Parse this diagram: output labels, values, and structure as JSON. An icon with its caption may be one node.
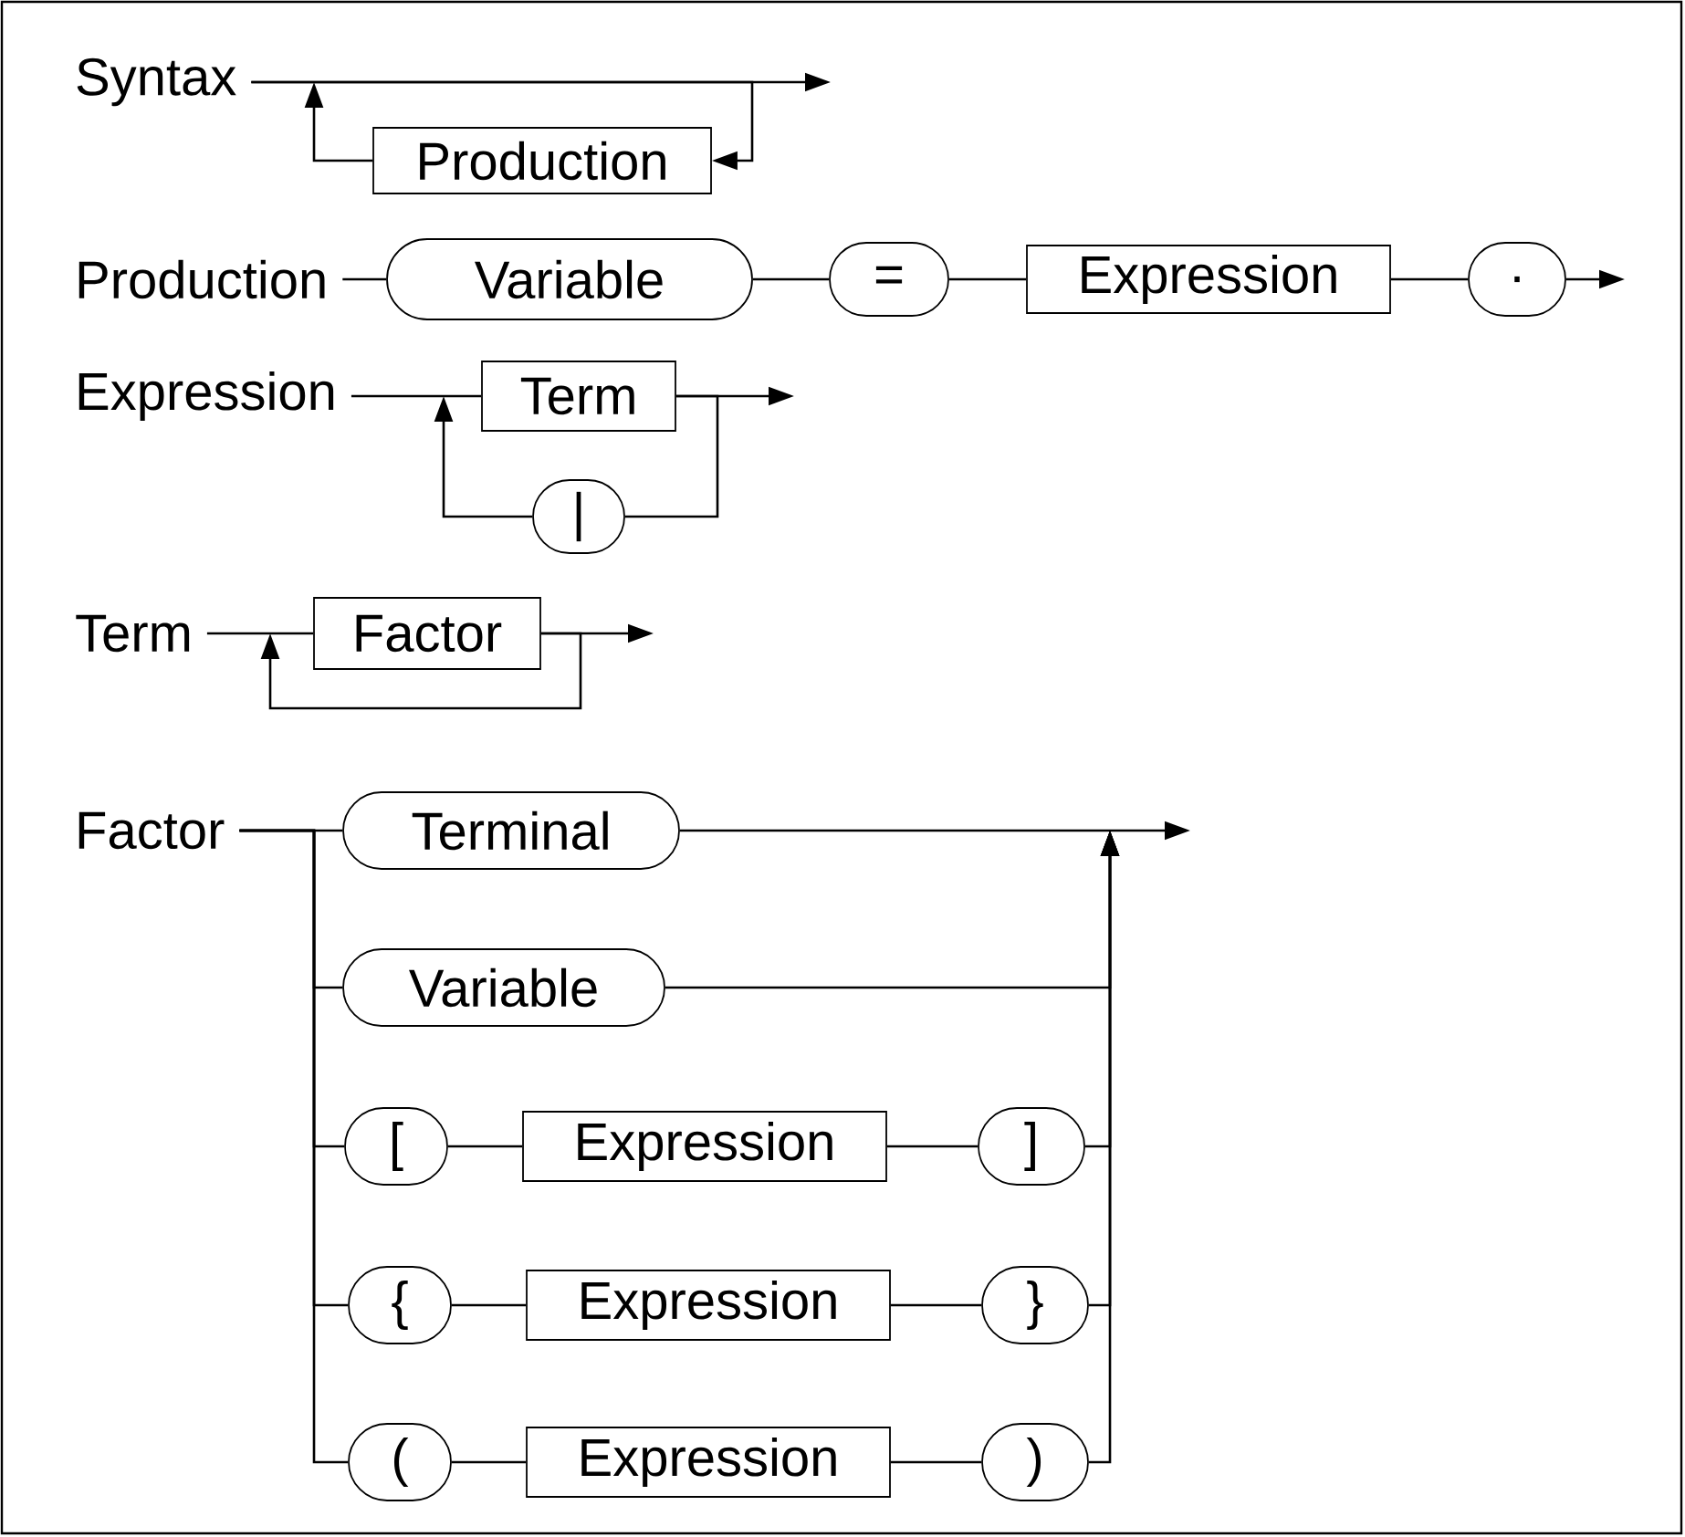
{
  "diagram": {
    "nodes": [
      {
        "text": [
          "Syntax"
        ]
      },
      {
        "text": [
          "Production"
        ]
      },
      {
        "text": [
          "Production"
        ]
      },
      {
        "text": [
          "Variable"
        ]
      },
      {
        "text": [
          "="
        ]
      },
      {
        "text": [
          "Expression"
        ]
      },
      {
        "text": [
          "."
        ]
      },
      {
        "text": [
          "Expression"
        ]
      },
      {
        "text": [
          "Term"
        ]
      },
      {
        "text": [
          "|"
        ]
      },
      {
        "text": [
          "Term"
        ]
      },
      {
        "text": [
          "Factor"
        ]
      },
      {
        "text": [
          "Factor"
        ]
      },
      {
        "text": [
          "Terminal"
        ]
      },
      {
        "text": [
          "Variable"
        ]
      },
      {
        "text": [
          "["
        ]
      },
      {
        "text": [
          "Expression"
        ]
      },
      {
        "text": [
          "]"
        ]
      },
      {
        "text": [
          "{"
        ]
      },
      {
        "text": [
          "Expression"
        ]
      },
      {
        "text": [
          "}"
        ]
      },
      {
        "text": [
          "("
        ]
      },
      {
        "text": [
          "Expression"
        ]
      },
      {
        "text": [
          ")"
        ]
      }
    ],
    "edges": [
      {
        "from": 0,
        "to": null,
        "arrow": "to"
      },
      {
        "from": 0,
        "to": 1,
        "arrow": "to"
      },
      {
        "from": 1,
        "to": null,
        "arrow": "to"
      },
      {
        "from": 2,
        "to": 3,
        "arrow": "none"
      },
      {
        "from": 3,
        "to": 4,
        "arrow": "none"
      },
      {
        "from": 4,
        "to": 5,
        "arrow": "none"
      },
      {
        "from": 5,
        "to": 6,
        "arrow": "none"
      },
      {
        "from": 6,
        "to": null,
        "arrow": "to"
      },
      {
        "from": 7,
        "to": 8,
        "arrow": "none"
      },
      {
        "from": 8,
        "to": null,
        "arrow": "to"
      },
      {
        "from": 8,
        "to": 9,
        "arrow": "none"
      },
      {
        "from": 9,
        "to": null,
        "arrow": "to"
      },
      {
        "from": 10,
        "to": 11,
        "arrow": "none"
      },
      {
        "from": 11,
        "to": null,
        "arrow": "to"
      },
      {
        "from": 11,
        "to": null,
        "arrow": "to"
      },
      {
        "from": 12,
        "to": 13,
        "arrow": "none"
      },
      {
        "from": 12,
        "to": 14,
        "arrow": "none"
      },
      {
        "from": 12,
        "to": 15,
        "arrow": "none"
      },
      {
        "from": 12,
        "to": 18,
        "arrow": "none"
      },
      {
        "from": 12,
        "to": 21,
        "arrow": "none"
      },
      {
        "from": 15,
        "to": 16,
        "arrow": "none"
      },
      {
        "from": 16,
        "to": 17,
        "arrow": "none"
      },
      {
        "from": 18,
        "to": 19,
        "arrow": "none"
      },
      {
        "from": 19,
        "to": 20,
        "arrow": "none"
      },
      {
        "from": 21,
        "to": 22,
        "arrow": "none"
      },
      {
        "from": 22,
        "to": 23,
        "arrow": "none"
      },
      {
        "from": 13,
        "to": null,
        "arrow": "to"
      },
      {
        "from": 14,
        "to": null,
        "arrow": "to"
      },
      {
        "from": 17,
        "to": null,
        "arrow": "to"
      },
      {
        "from": 20,
        "to": null,
        "arrow": "to"
      },
      {
        "from": 23,
        "to": null,
        "arrow": "to"
      }
    ]
  }
}
